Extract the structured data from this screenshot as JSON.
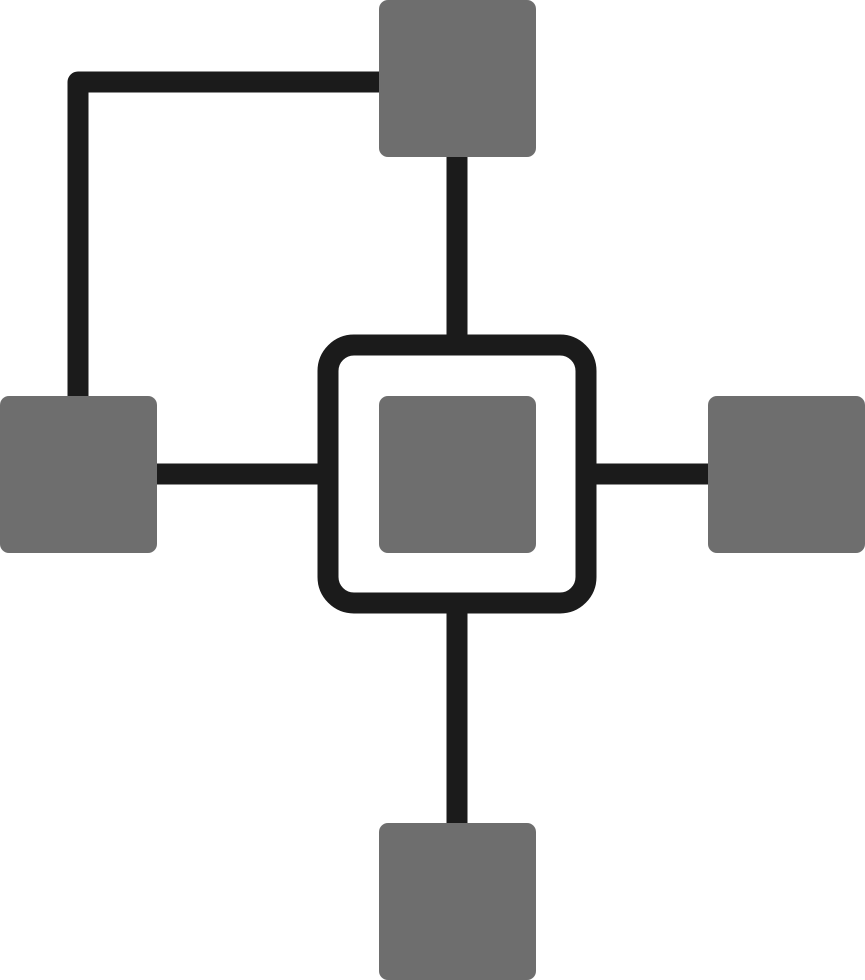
{
  "icon": {
    "name": "network-hub-icon",
    "description_free": true,
    "nodes": [
      "top",
      "left",
      "right",
      "bottom",
      "center"
    ]
  },
  "colors": {
    "background": "#ffffff",
    "node_fill": "#6e6e6e",
    "line_stroke": "#1b1b1b",
    "hub_inner": "#ffffff"
  }
}
